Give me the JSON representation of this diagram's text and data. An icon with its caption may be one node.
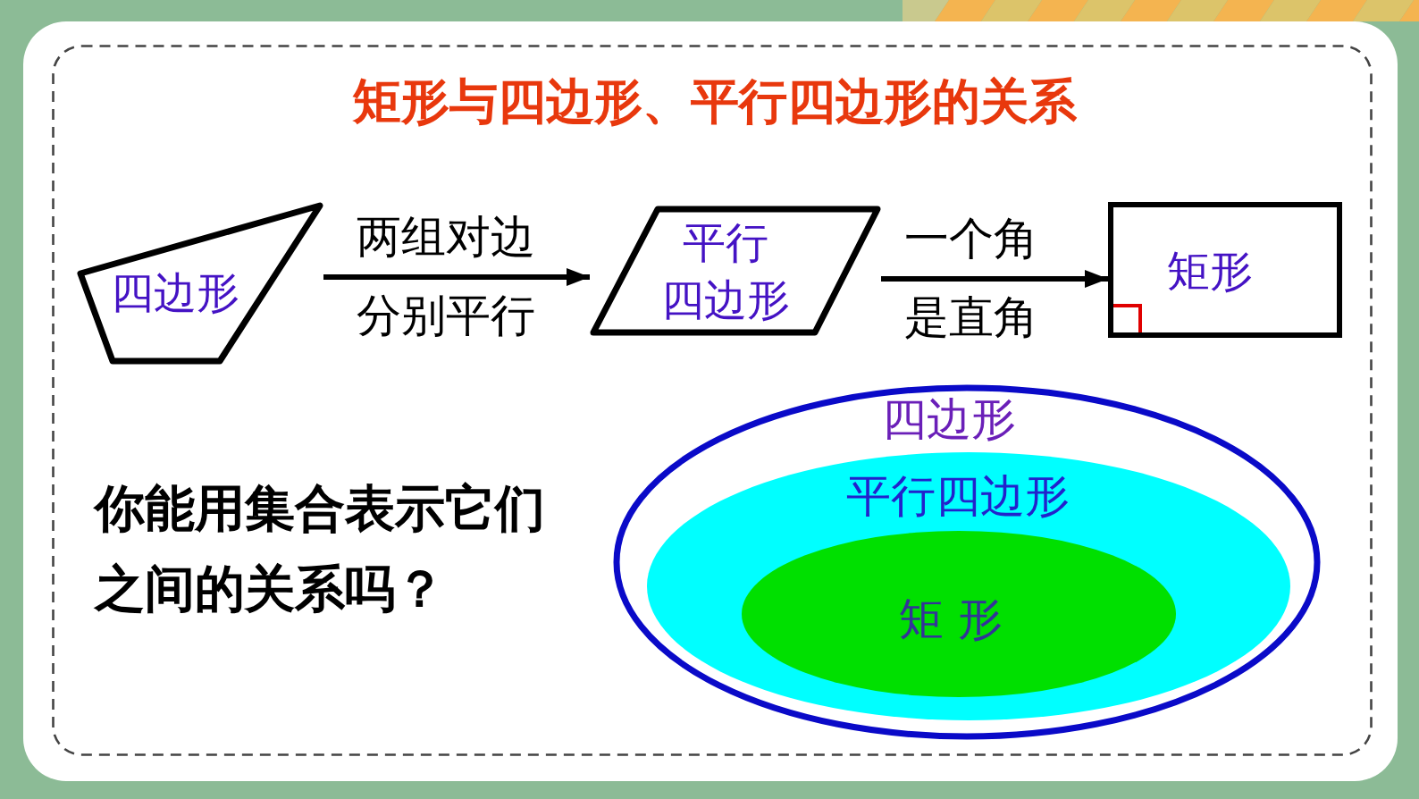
{
  "diagram": {
    "title": "矩形与四边形、平行四边形的关系",
    "nodes": [
      {
        "text": [
          "四边形"
        ]
      },
      {
        "text": [
          "平行四边形"
        ]
      },
      {
        "text": [
          "矩形"
        ]
      },
      {
        "text": [
          "四边形"
        ]
      },
      {
        "text": [
          "平行四边形"
        ],
        "in": 3
      },
      {
        "text": [
          "矩 形"
        ],
        "in": 4
      }
    ],
    "edges": [
      {
        "from": 0,
        "to": 1,
        "arrow": "to",
        "label": "两组对边分别平行"
      },
      {
        "from": 1,
        "to": 2,
        "arrow": "to",
        "label": "一个角是直角"
      }
    ],
    "labels": [
      "你能用集合表示它们之间的关系吗？"
    ]
  }
}
